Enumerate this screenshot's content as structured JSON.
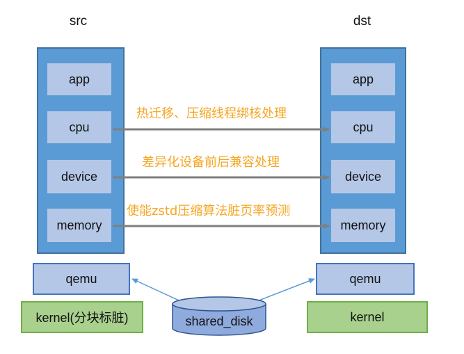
{
  "src": {
    "title": "src",
    "components": [
      "app",
      "cpu",
      "device",
      "memory"
    ],
    "qemu": "qemu",
    "kernel": "kernel(分块标脏)"
  },
  "dst": {
    "title": "dst",
    "components": [
      "app",
      "cpu",
      "device",
      "memory"
    ],
    "qemu": "qemu",
    "kernel": "kernel"
  },
  "arrows": {
    "cpu_label": "热迁移、压缩线程绑核处理",
    "device_label": "差异化设备前后兼容处理",
    "memory_label": "使能zstd压缩算法脏页率预测"
  },
  "shared_disk": "shared_disk",
  "colors": {
    "host_fill": "#5b9bd5",
    "component_fill": "#b4c7e7",
    "kernel_fill": "#a9d18e",
    "label_color": "#f5a623",
    "arrow_gray": "#7f7f7f",
    "arrow_blue": "#5b9bd5"
  }
}
